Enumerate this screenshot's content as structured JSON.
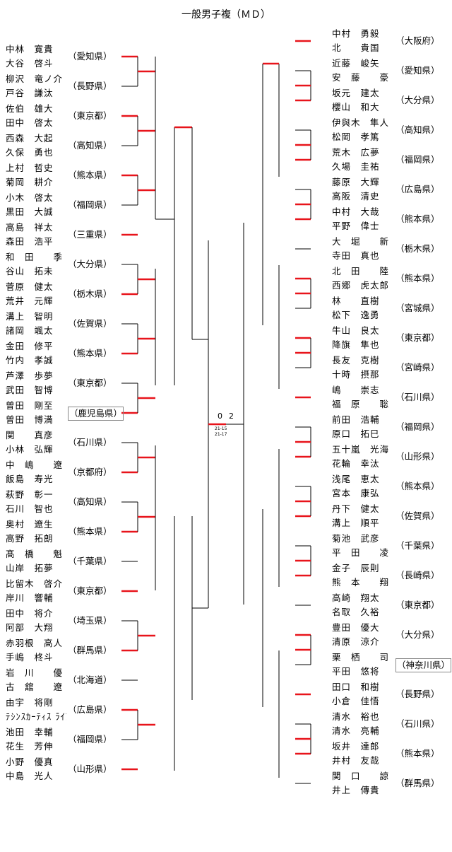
{
  "title": "一般男子複（ＭＤ）",
  "left": [
    {
      "p1": "中林　寛貴",
      "p2": "大谷　啓斗",
      "pref": "（愛知県）"
    },
    {
      "p1": "柳沢　竜ノ介",
      "p2": "戸谷　謙汰",
      "pref": "（長野県）"
    },
    {
      "p1": "佐伯　雄大",
      "p2": "田中　啓太",
      "pref": "（東京都）"
    },
    {
      "p1": "西森　大起",
      "p2": "久保　勇也",
      "pref": "（高知県）"
    },
    {
      "p1": "上村　哲史",
      "p2": "菊岡　耕介",
      "pref": "（熊本県）"
    },
    {
      "p1": "小木　啓太",
      "p2": "黒田　大誠",
      "pref": "（福岡県）"
    },
    {
      "p1": "高島　祥太",
      "p2": "森田　浩平",
      "pref": "（三重県）"
    },
    {
      "p1": "和　田　　季",
      "p2": "谷山　拓未",
      "pref": "（大分県）"
    },
    {
      "p1": "菅原　健太",
      "p2": "荒井　元輝",
      "pref": "（栃木県）"
    },
    {
      "p1": "溝上　智明",
      "p2": "諸岡　颯太",
      "pref": "（佐賀県）"
    },
    {
      "p1": "金田　修平",
      "p2": "竹内　孝誠",
      "pref": "（熊本県）"
    },
    {
      "p1": "芦澤　歩夢",
      "p2": "武田　智博",
      "pref": "（東京都）"
    },
    {
      "p1": "曽田　剛至",
      "p2": "曽田　博満",
      "pref": "（鹿児島県）",
      "boxed": true
    },
    {
      "p1": "関　　真彦",
      "p2": "小林　弘輝",
      "pref": "（石川県）"
    },
    {
      "p1": "中　嶋　　遼",
      "p2": "飯島　寿光",
      "pref": "（京都府）"
    },
    {
      "p1": "萩野　彰一",
      "p2": "石川　智也",
      "pref": "（高知県）"
    },
    {
      "p1": "奥村　遼生",
      "p2": "高野　拓朗",
      "pref": "（熊本県）"
    },
    {
      "p1": "髙　橋　　魁",
      "p2": "山岸　拓夢",
      "pref": "（千葉県）"
    },
    {
      "p1": "比留木　啓介",
      "p2": "岸川　響輔",
      "pref": "（東京都）"
    },
    {
      "p1": "田中　将介",
      "p2": "阿部　大翔",
      "pref": "（埼玉県）"
    },
    {
      "p1": "赤羽根　高人",
      "p2": "手嶋　柊斗",
      "pref": "（群馬県）"
    },
    {
      "p1": "岩　川　　優",
      "p2": "古　舘　　遼",
      "pref": "（北海道）"
    },
    {
      "p1": "由宇　将剛",
      "p2": "ﾃｼﾝｽｶｰﾃｨｽ ﾗｲｱﾝ",
      "pref": "（広島県）"
    },
    {
      "p1": "池田　幸輔",
      "p2": "花生　芳伸",
      "pref": "（福岡県）"
    },
    {
      "p1": "小野　優真",
      "p2": "中島　光人",
      "pref": "（山形県）"
    }
  ],
  "right": [
    {
      "p1": "中村　勇毅",
      "p2": "北　　貴国",
      "pref": "（大阪府）"
    },
    {
      "p1": "近藤　峻矢",
      "p2": "安　藤　　豪",
      "pref": "（愛知県）"
    },
    {
      "p1": "坂元　建太",
      "p2": "櫻山　和大",
      "pref": "（大分県）"
    },
    {
      "p1": "伊與木　隼人",
      "p2": "松岡　孝篤",
      "pref": "（高知県）"
    },
    {
      "p1": "荒木　広夢",
      "p2": "久場　圭祐",
      "pref": "（福岡県）"
    },
    {
      "p1": "藤原　大輝",
      "p2": "高阪　清史",
      "pref": "（広島県）"
    },
    {
      "p1": "中村　大哉",
      "p2": "平野　偉士",
      "pref": "（熊本県）"
    },
    {
      "p1": "大　堀　　新",
      "p2": "寺田　真也",
      "pref": "（栃木県）"
    },
    {
      "p1": "北　田　　陸",
      "p2": "西郷　虎太郎",
      "pref": "（熊本県）"
    },
    {
      "p1": "林　　直樹",
      "p2": "松下　逸勇",
      "pref": "（宮城県）"
    },
    {
      "p1": "牛山　良太",
      "p2": "降旗　隼也",
      "pref": "（東京都）"
    },
    {
      "p1": "長友　克樹",
      "p2": "十時　摂那",
      "pref": "（宮崎県）"
    },
    {
      "p1": "嶋　　崇志",
      "p2": "福　原　　聡",
      "pref": "（石川県）"
    },
    {
      "p1": "前田　浩輔",
      "p2": "原口　拓巳",
      "pref": "（福岡県）"
    },
    {
      "p1": "五十嵐　光海",
      "p2": "花輪　幸汰",
      "pref": "（山形県）"
    },
    {
      "p1": "浅尾　恵太",
      "p2": "宮本　康弘",
      "pref": "（熊本県）"
    },
    {
      "p1": "丹下　健太",
      "p2": "溝上　順平",
      "pref": "（佐賀県）"
    },
    {
      "p1": "菊池　武彦",
      "p2": "平　田　　凌",
      "pref": "（千葉県）"
    },
    {
      "p1": "金子　辰則",
      "p2": "熊　本　　翔",
      "pref": "（長崎県）"
    },
    {
      "p1": "高崎　翔太",
      "p2": "名取　久裕",
      "pref": "（東京都）"
    },
    {
      "p1": "豊田　優大",
      "p2": "清原　涼介",
      "pref": "（大分県）"
    },
    {
      "p1": "栗　栖　　司",
      "p2": "平田　悠将",
      "pref": "（神奈川県）",
      "boxed": true
    },
    {
      "p1": "田口　和樹",
      "p2": "小倉　佳悟",
      "pref": "（長野県）"
    },
    {
      "p1": "清水　裕也",
      "p2": "清水　亮輔",
      "pref": "（石川県）"
    },
    {
      "p1": "坂井　達郎",
      "p2": "井村　友哉",
      "pref": "（熊本県）"
    },
    {
      "p1": "関　口　　諒",
      "p2": "井上　傳貴",
      "pref": "（群馬県）"
    }
  ],
  "final": {
    "left": "0",
    "right": "2",
    "scores": [
      "21-15",
      "21-17"
    ]
  }
}
